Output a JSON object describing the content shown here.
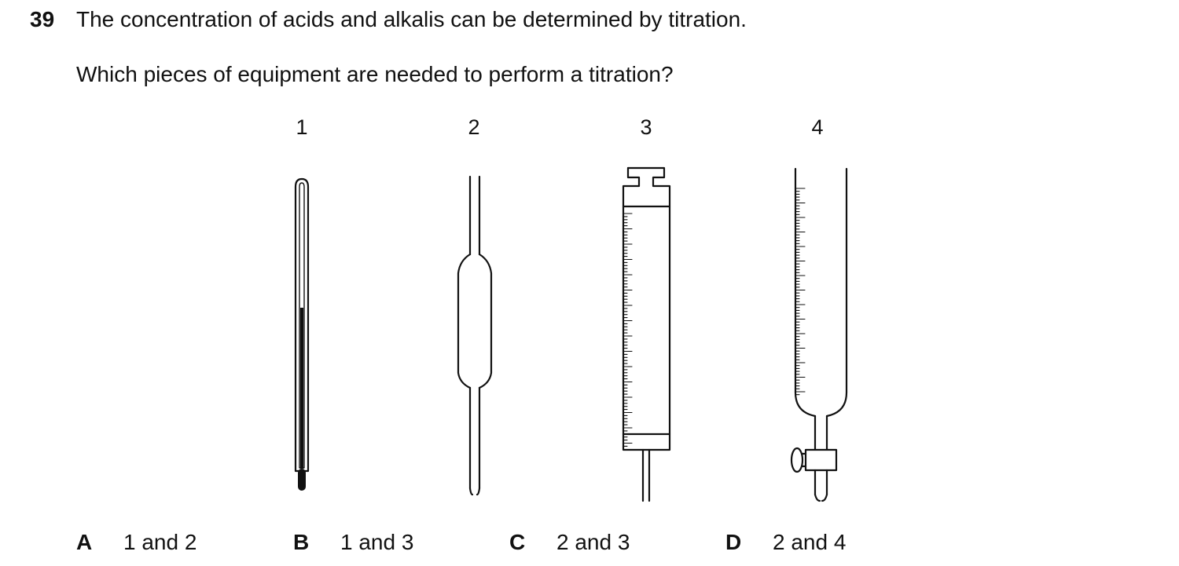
{
  "question": {
    "number": "39",
    "stem": "The concentration of acids and alkalis can be determined by titration.",
    "prompt": "Which pieces of equipment are needed to perform a titration?"
  },
  "equipment": [
    {
      "label": "1",
      "item": "thermometer"
    },
    {
      "label": "2",
      "item": "pipette"
    },
    {
      "label": "3",
      "item": "syringe"
    },
    {
      "label": "4",
      "item": "burette"
    }
  ],
  "options": [
    {
      "letter": "A",
      "text": "1 and 2"
    },
    {
      "letter": "B",
      "text": "1 and 3"
    },
    {
      "letter": "C",
      "text": "2 and 3"
    },
    {
      "letter": "D",
      "text": "2 and 4"
    }
  ]
}
